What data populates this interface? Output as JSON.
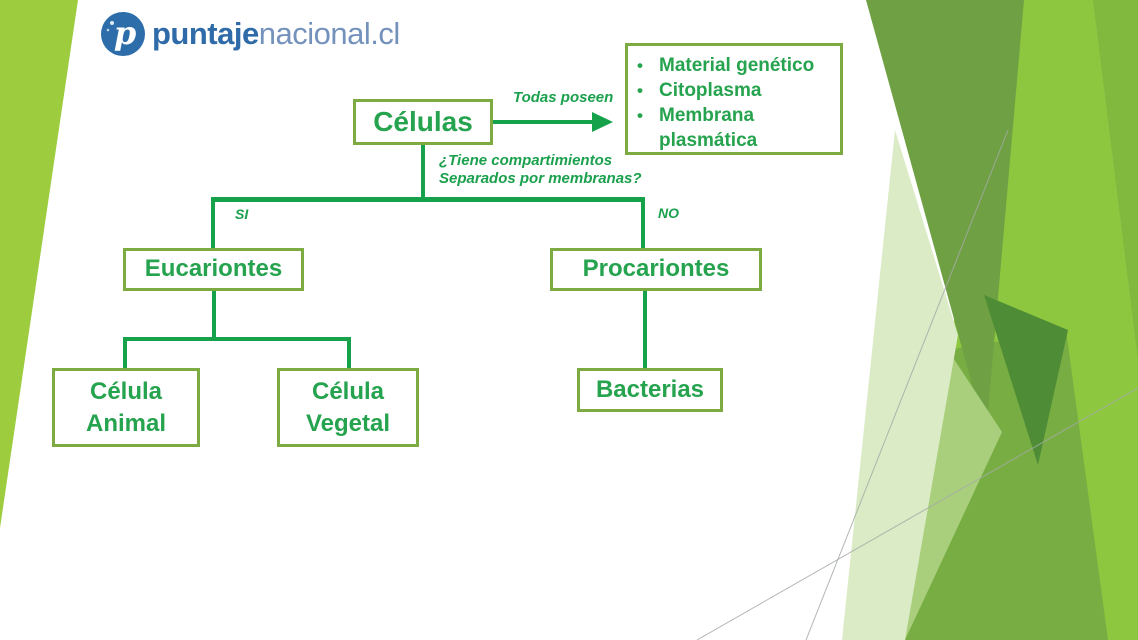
{
  "logo": {
    "bold_part": "puntaje",
    "light_part": "nacional.cl",
    "icon_letter": "p"
  },
  "diagram": {
    "root_label": "Células",
    "arrow_label": "Todas poseen",
    "bullet_glyph": "•",
    "properties": [
      "Material genético",
      "Citoplasma",
      "Membrana plasmática"
    ],
    "question_line1": "¿Tiene compartimientos",
    "question_line2": "Separados por membranas?",
    "branch_yes_label": "SI",
    "branch_no_label": "NO",
    "eukaryotes_label": "Eucariontes",
    "prokaryotes_label": "Procariontes",
    "animal_cell_line1": "Célula",
    "animal_cell_line2": "Animal",
    "plant_cell_line1": "Célula",
    "plant_cell_line2": "Vegetal",
    "bacteria_label": "Bacterias"
  },
  "colors": {
    "line_green": "#16a24b",
    "text_green": "#26a34e",
    "box_border_green": "#7dab41",
    "slide_accent_green": "#8dc63f",
    "left_wedge_green": "#9dcc3f",
    "logo_blue": "#2e6ba8",
    "logo_light_blue": "#7492bb"
  }
}
